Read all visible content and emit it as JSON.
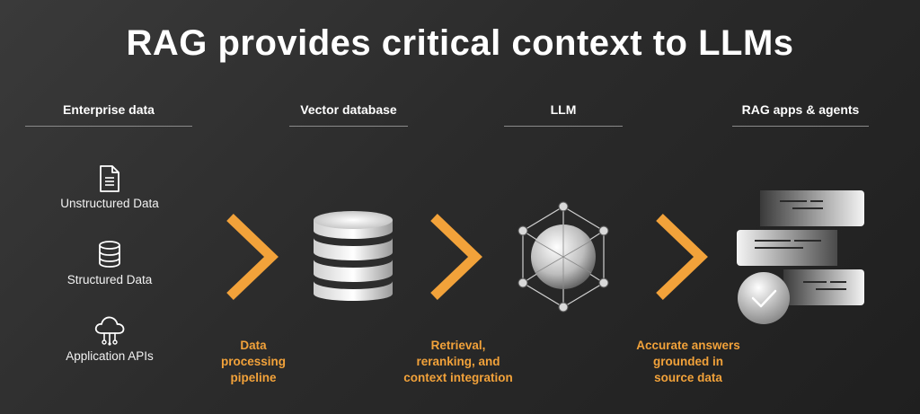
{
  "title": "RAG provides critical context to LLMs",
  "columns": {
    "enterprise": "Enterprise data",
    "vector": "Vector database",
    "llm": "LLM",
    "apps": "RAG apps & agents"
  },
  "sources": [
    {
      "label": "Unstructured Data",
      "icon": "document-icon"
    },
    {
      "label": "Structured Data",
      "icon": "database-icon"
    },
    {
      "label": "Application APIs",
      "icon": "cloud-api-icon"
    }
  ],
  "stages": [
    {
      "lines": [
        "Data",
        "processing",
        "pipeline"
      ]
    },
    {
      "lines": [
        "Retrieval,",
        "reranking, and",
        "context integration"
      ]
    },
    {
      "lines": [
        "Accurate answers",
        "grounded in",
        "source data"
      ]
    }
  ],
  "colors": {
    "accent": "#f2a23a",
    "background": "#2b2b2b",
    "text": "#ffffff"
  }
}
